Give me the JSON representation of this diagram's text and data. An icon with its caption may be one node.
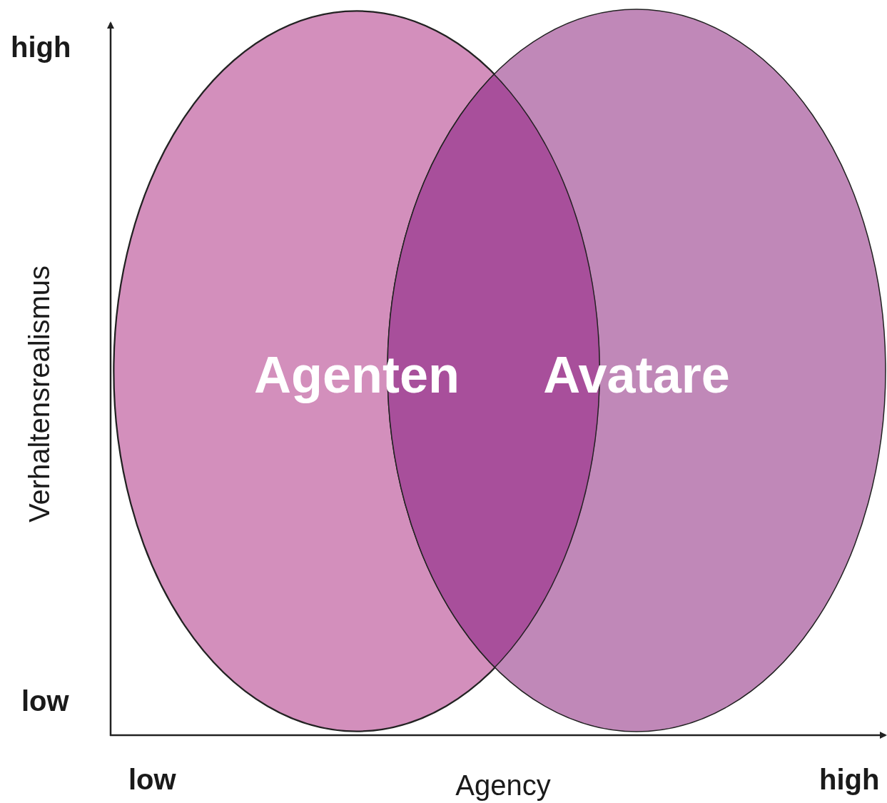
{
  "diagram": {
    "nodes": [
      {
        "text": [
          "Agenten"
        ]
      },
      {
        "text": [
          "Avatare"
        ]
      }
    ],
    "labels": [
      "high",
      "Verhaltensrealismus",
      "low",
      "low",
      "Agency",
      "high"
    ]
  }
}
